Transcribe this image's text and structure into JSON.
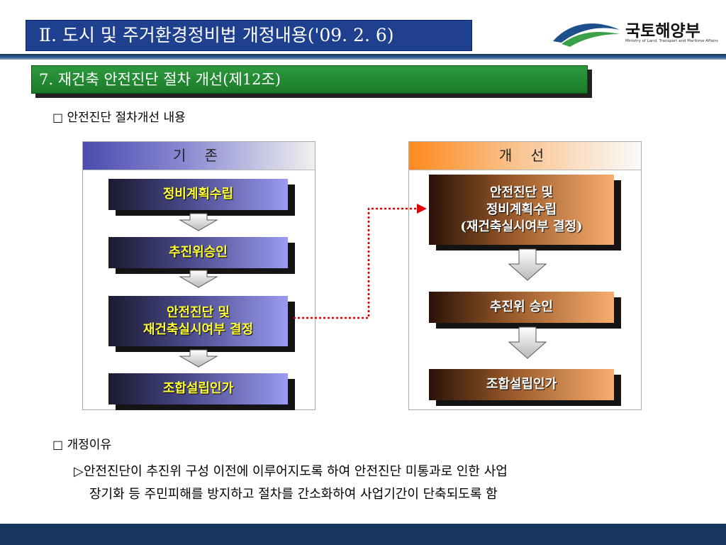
{
  "header": {
    "title": "Ⅱ. 도시 및 주거환경정비법 개정내용('09. 2. 6)",
    "logo_name": "국토해양부",
    "logo_subtitle": "Ministry of Land, Transport and Maritime Affairs",
    "logo_icon": "ministry-swoosh-icon"
  },
  "section": {
    "title": "7. 재건축 안전진단 절차 개선(제12조)"
  },
  "bullets": {
    "content_heading": "안전진단 절차개선 내용",
    "reason_heading": "개정이유",
    "checkbox_icon": "□",
    "reason_marker": "▷",
    "reason_line1": "안전진단이 추진위 구성 이전에 이루어지도록 하여 안전진단 미통과로 인한 사업",
    "reason_line2": "장기화 등 주민피해를 방지하고 절차를 간소화하여 사업기간이 단축되도록 함"
  },
  "before": {
    "heading": "기 존",
    "steps": [
      {
        "lines": [
          "정비계획수립"
        ]
      },
      {
        "lines": [
          "추진위승인"
        ]
      },
      {
        "lines": [
          "안전진단 및",
          "재건축실시여부 결정"
        ]
      },
      {
        "lines": [
          "조합설립인가"
        ]
      }
    ]
  },
  "after": {
    "heading": "개 선",
    "steps": [
      {
        "lines": [
          "안전진단 및",
          "정비계획수립",
          "(재건축실시여부 결정)"
        ]
      },
      {
        "lines": [
          "추진위 승인"
        ]
      },
      {
        "lines": [
          "조합설립인가"
        ]
      }
    ]
  },
  "colors": {
    "title_bg": "#1f3f8f",
    "section_bg": "#1b7a2a",
    "old_accent": "#4c4bb0",
    "new_accent": "#ff8a1e",
    "box_text": "#ffff33",
    "connector": "#e00000",
    "footer": "#17365d"
  }
}
